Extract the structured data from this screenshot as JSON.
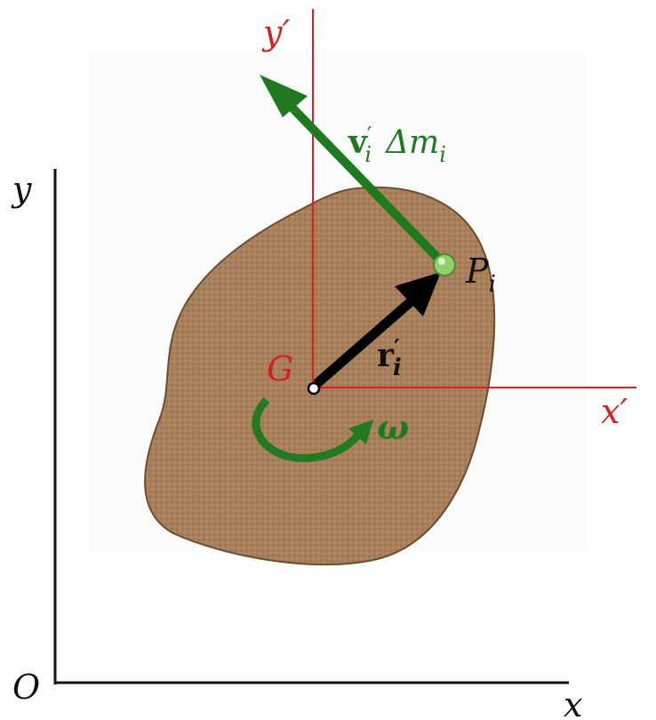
{
  "labels": {
    "y_axis": "y",
    "x_axis": "x",
    "origin": "O",
    "y_prime_symbol": "y",
    "x_prime_symbol": "x",
    "prime_mark": "′",
    "G": "G",
    "P_symbol": "P",
    "P_subscript": "i",
    "r_symbol": "r",
    "r_sub": "i",
    "v_symbol": "v",
    "v_sub": "i",
    "delta_m": "Δm",
    "delta_m_sub": "i",
    "omega": "ω"
  },
  "colors": {
    "fixed_axes": "#111111",
    "body_axes": "#e02020",
    "body_fill": "#a9805c",
    "body_outline": "#6e4e30",
    "velocity_vector": "#1f7a1f",
    "position_vector": "#000000",
    "omega_arrow": "#237a23",
    "particle": "#8fd16a",
    "label_red": "#d62020",
    "label_green": "#1f7a1f",
    "label_black": "#111111"
  }
}
